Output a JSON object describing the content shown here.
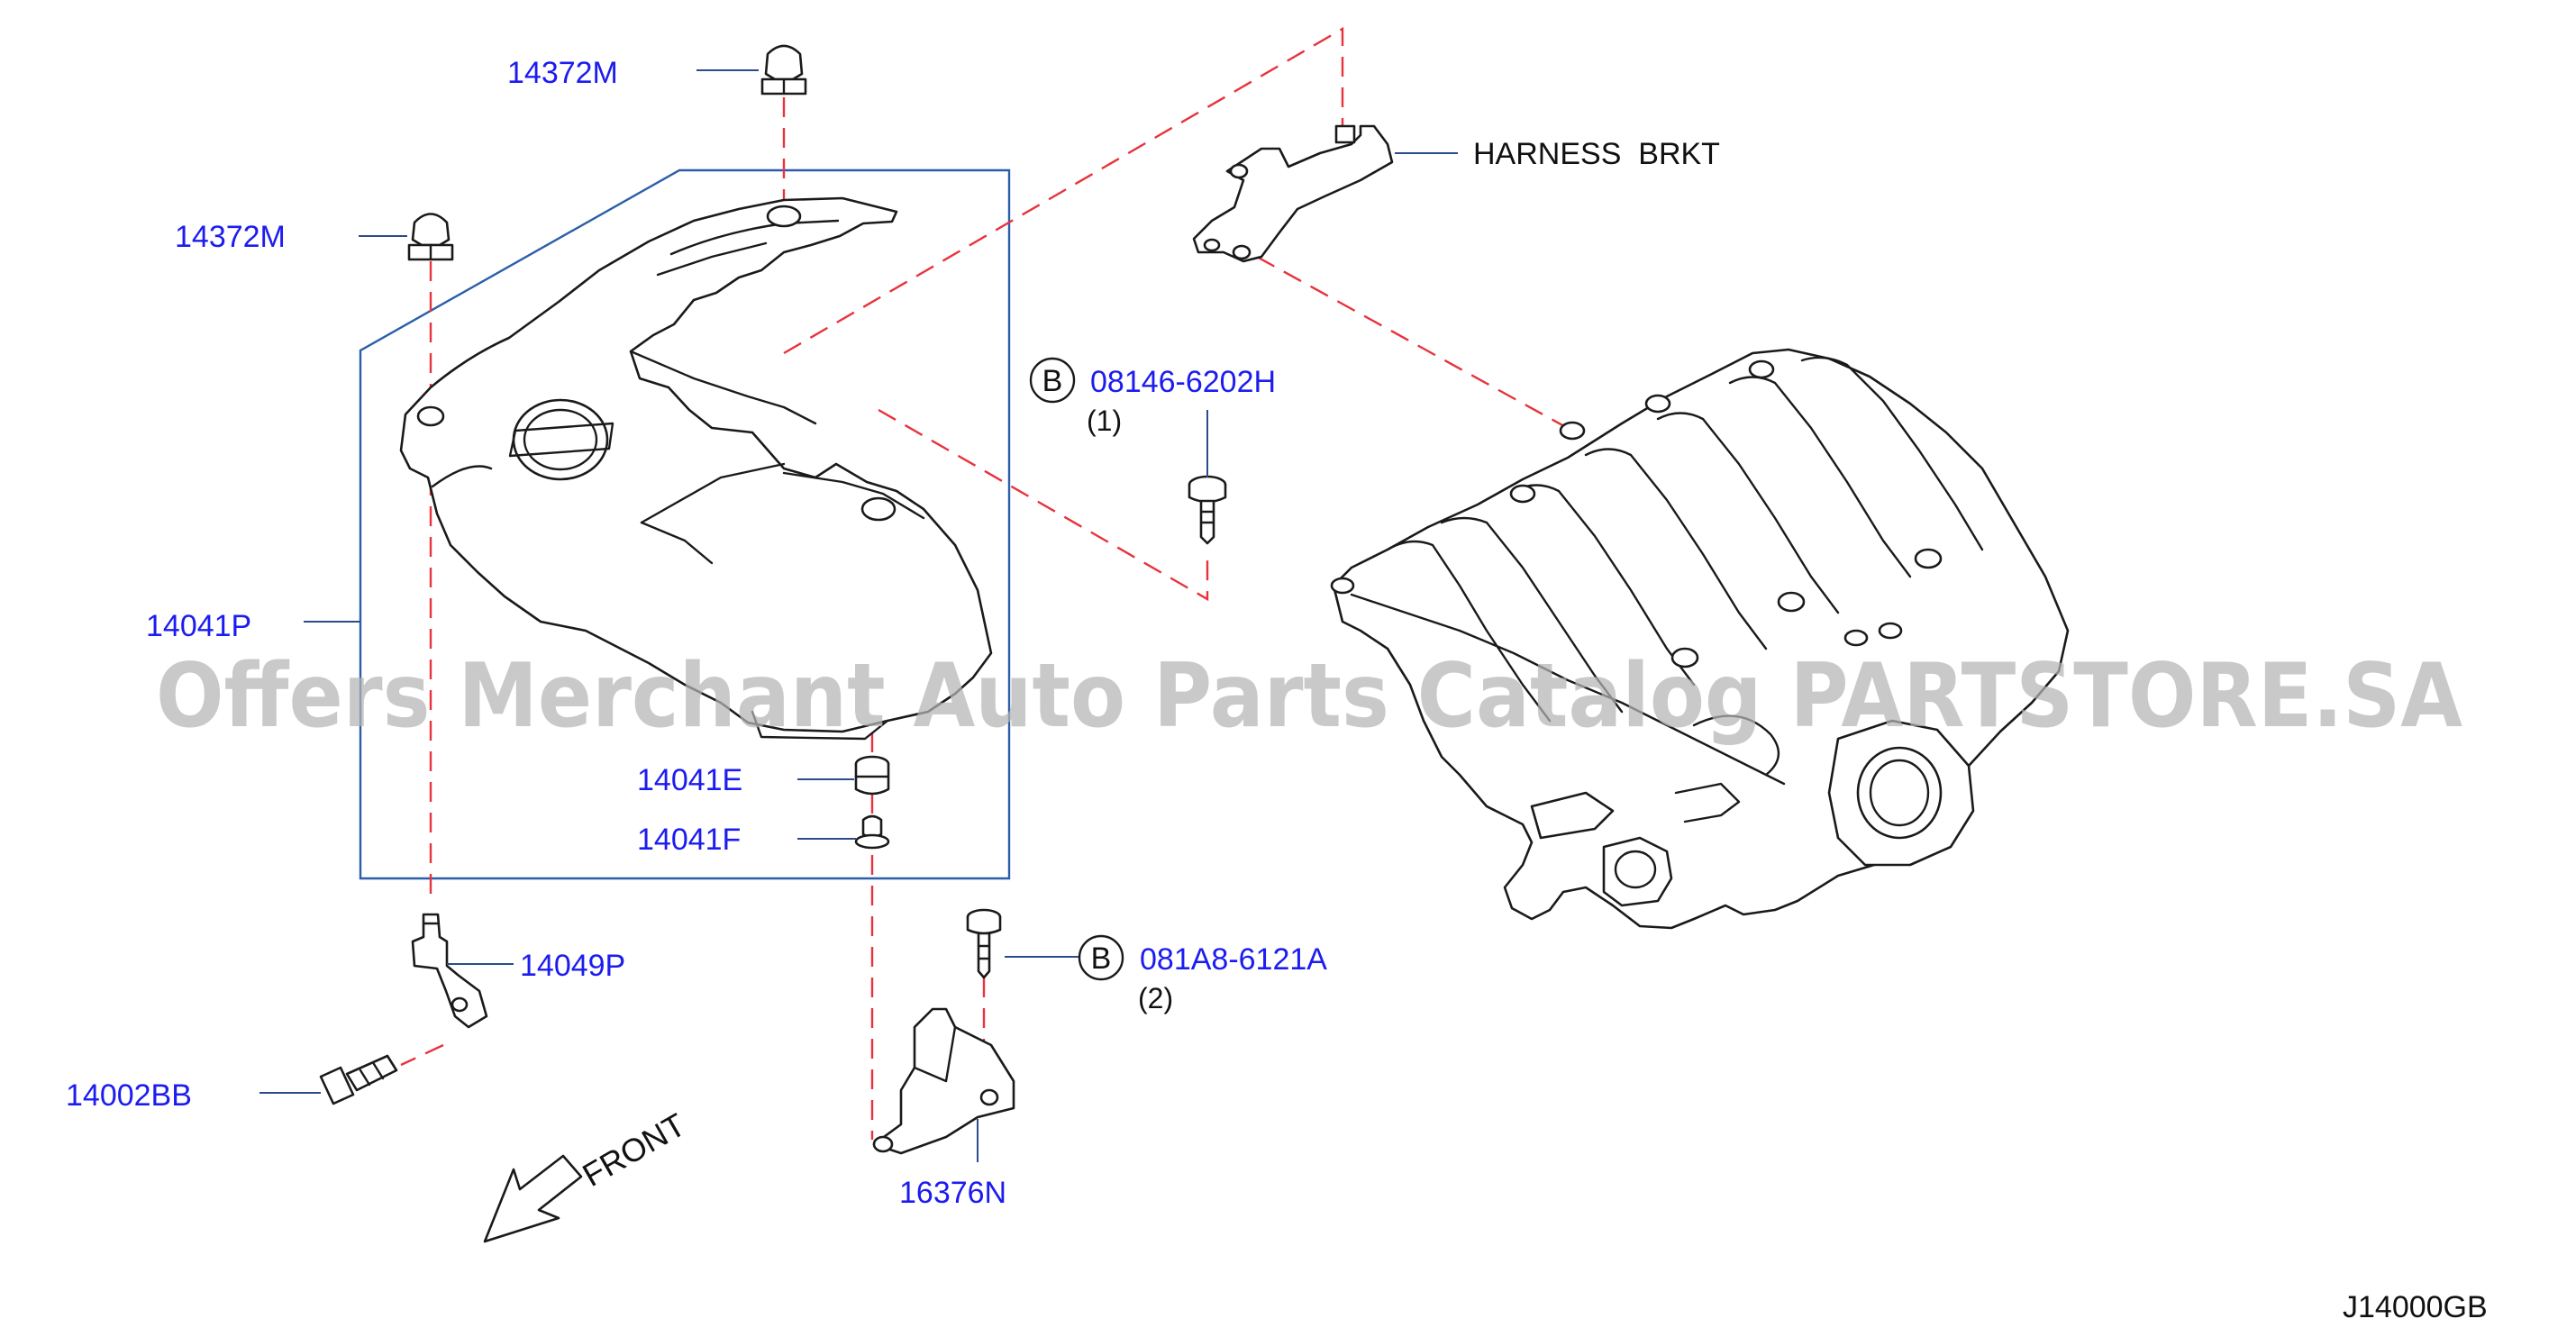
{
  "parts": {
    "cap_top": "14372M",
    "cap_left": "14372M",
    "engine_cover": "14041P",
    "grommet_e": "14041E",
    "grommet_f": "14041F",
    "bracket_p": "14049P",
    "bolt_bb": "14002BB",
    "bracket_n": "16376N",
    "bolt_1": "08146-6202H",
    "bolt_2": "081A8-6121A"
  },
  "callouts": {
    "bolt_1_marker": "B",
    "bolt_1_qty": "(1)",
    "bolt_2_marker": "B",
    "bolt_2_qty": "(2)"
  },
  "harness_bracket_label": "HARNESS  BRKT",
  "front_label": "FRONT",
  "diagram_id": "J14000GB",
  "watermark": "Offers Merchant Auto Parts Catalog PARTSTORE.SA",
  "colors": {
    "part_number": "#1c1cf0",
    "leader_line": "#2b4c8c",
    "dashed_guide": "#e8323c",
    "assembly_frame": "#2b5ea8",
    "watermark": "#b4b4b4"
  }
}
